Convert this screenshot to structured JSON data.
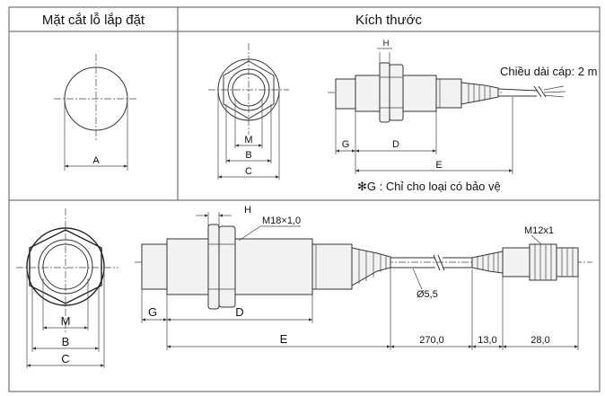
{
  "header": {
    "left_title": "Mặt cắt lỗ lắp đặt",
    "right_title": "Kích thước"
  },
  "labels": {
    "A": "A",
    "B": "B",
    "C": "C",
    "D": "D",
    "E": "E",
    "G": "G",
    "H": "H",
    "M": "M"
  },
  "top_right": {
    "cable_length": "Chiều dài cáp: 2 m",
    "note": "✻G : Chỉ cho loại có bảo vệ"
  },
  "bottom": {
    "thread": "M18×1,0",
    "diameter": "Ø5,5",
    "connector": "M12x1",
    "dim_270": "270,0",
    "dim_13": "13,0",
    "dim_28": "28,0"
  }
}
